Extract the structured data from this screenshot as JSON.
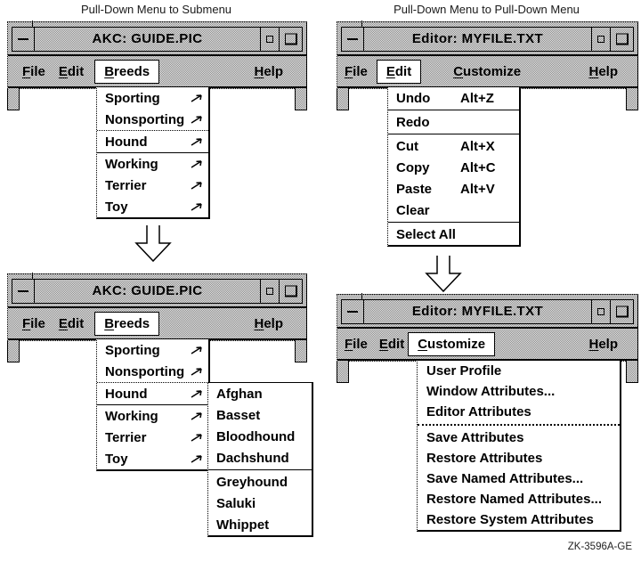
{
  "captions": {
    "left": "Pull-Down Menu to Submenu",
    "right": "Pull-Down Menu to Pull-Down Menu",
    "figure_label": "ZK-3596A-GE"
  },
  "akc": {
    "title": "AKC: GUIDE.PIC",
    "menubar": {
      "file": "File",
      "edit": "Edit",
      "breeds": "Breeds",
      "help": "Help"
    },
    "breeds_menu": {
      "items": [
        "Sporting",
        "Nonsporting",
        "Hound",
        "Working",
        "Terrier",
        "Toy"
      ],
      "active_item": "Hound"
    },
    "hound_submenu": {
      "group1": [
        "Afghan",
        "Basset",
        "Bloodhound",
        "Dachshund"
      ],
      "group2": [
        "Greyhound",
        "Saluki",
        "Whippet"
      ]
    }
  },
  "editor": {
    "title": "Editor: MYFILE.TXT",
    "menubar": {
      "file": "File",
      "edit": "Edit",
      "customize": "Customize",
      "help": "Help"
    },
    "edit_menu": {
      "undo": {
        "label": "Undo",
        "shortcut": "Alt+Z"
      },
      "redo": {
        "label": "Redo",
        "shortcut": ""
      },
      "cut": {
        "label": "Cut",
        "shortcut": "Alt+X"
      },
      "copy": {
        "label": "Copy",
        "shortcut": "Alt+C"
      },
      "paste": {
        "label": "Paste",
        "shortcut": "Alt+V"
      },
      "clear": {
        "label": "Clear",
        "shortcut": ""
      },
      "select_all": {
        "label": "Select All",
        "shortcut": ""
      }
    },
    "customize_menu": {
      "group1": [
        "User Profile",
        "Window Attributes...",
        "Editor Attributes"
      ],
      "group2": [
        "Save Attributes",
        "Restore Attributes",
        "Save Named Attributes...",
        "Restore Named Attributes...",
        "Restore System Attributes"
      ]
    }
  },
  "icons": {
    "window_menu": "horizontal-dash",
    "shrink_button": "small-hollow-square",
    "expand_button": "large-hollow-square",
    "submenu_indicator": "northeast-arrow",
    "transition": "hollow-down-arrow"
  },
  "colors": {
    "ink": "#000000",
    "paper": "#ffffff",
    "chrome_stipple": "#bcbcbc"
  }
}
